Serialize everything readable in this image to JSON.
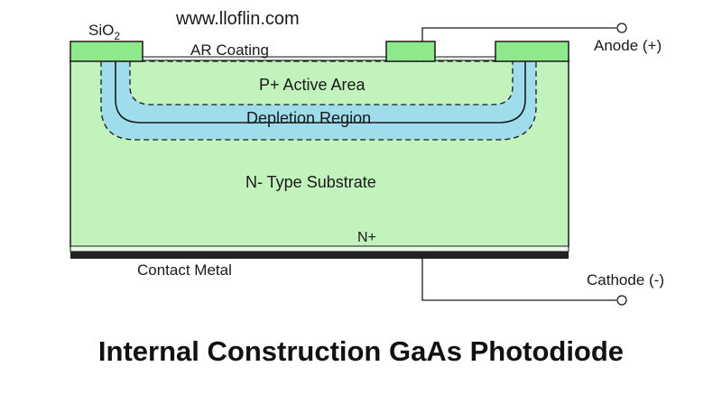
{
  "watermark": "www.lloflin.com",
  "title": "Internal Construction GaAs Photodiode",
  "labels": {
    "sio2_prefix": "SiO",
    "sio2_subscript": "2",
    "ar_coating": "AR Coating",
    "p_active": "P+ Active Area",
    "depletion": "Depletion Region",
    "n_substrate": "N- Type Substrate",
    "n_plus": "N+",
    "contact_metal": "Contact Metal",
    "anode": "Anode (+)",
    "cathode": "Cathode (-)"
  },
  "colors": {
    "substrate": "#c2f3bc",
    "sio2": "#8ee88c",
    "p_region": "#c2f3bc",
    "depletion": "#9fdcec",
    "metal": "#222222",
    "outline": "#1a1a1a"
  }
}
